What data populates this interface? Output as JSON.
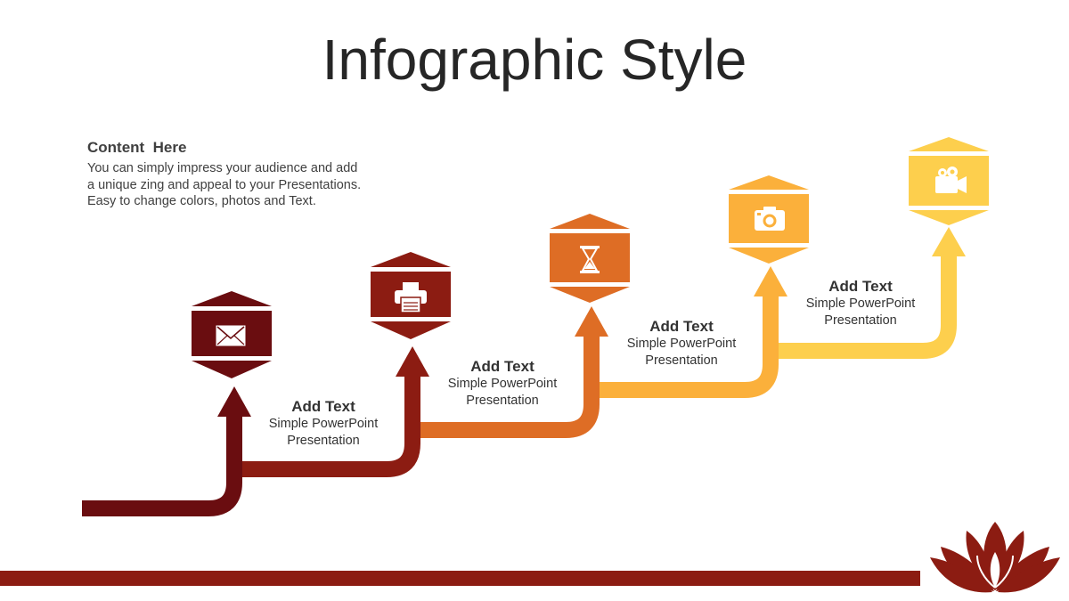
{
  "title": "Infographic Style",
  "intro": {
    "heading": "Content  Here",
    "lines": [
      "You can simply impress your audience and add",
      "a unique zing and appeal to your Presentations.",
      "Easy to change colors, photos and Text."
    ]
  },
  "steps": [
    {
      "title": "Add Text",
      "line1": "Simple PowerPoint",
      "line2": "Presentation",
      "icon": "envelope-icon",
      "color": "#6a0d10"
    },
    {
      "title": "Add Text",
      "line1": "Simple PowerPoint",
      "line2": "Presentation",
      "icon": "printer-icon",
      "color": "#8c1c12"
    },
    {
      "title": "Add Text",
      "line1": "Simple PowerPoint",
      "line2": "Presentation",
      "icon": "hourglass-icon",
      "color": "#de6d25"
    },
    {
      "title": "Add Text",
      "line1": "Simple PowerPoint",
      "line2": "Presentation",
      "icon": "camera-icon",
      "color": "#fbb03b"
    },
    {
      "icon": "video-camera-icon",
      "color": "#fdcf4d"
    }
  ],
  "colors": {
    "footer_bar": "#8c1c12",
    "lotus": "#8c1c12",
    "title_text": "#262626"
  }
}
